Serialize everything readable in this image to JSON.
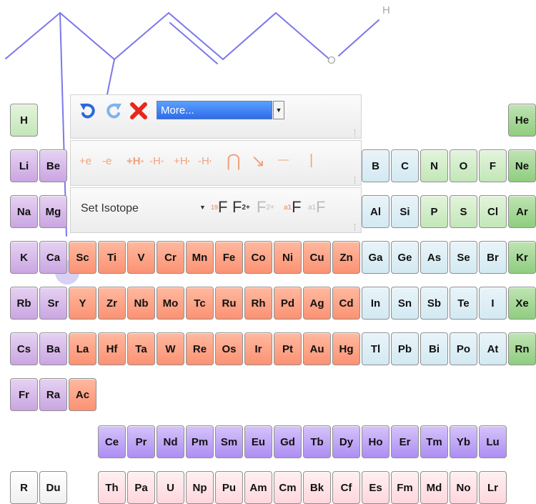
{
  "colors": {
    "bond": "#7b78ea",
    "accent_blue": "#2f6be9",
    "undo_blue": "#2a6ad8",
    "redo_blue": "#7fb2f0",
    "delete_red": "#e8271b",
    "operator_orange": "#f2a27c"
  },
  "molecule": {
    "atoms": [
      "O",
      "H"
    ]
  },
  "toolbar": {
    "undo_icon": "undo-icon",
    "redo_icon": "redo-icon",
    "delete_icon": "delete-x-icon",
    "more_value": "More...",
    "ops": {
      "add_electron": "+e",
      "remove_electron": "-e",
      "add_h_plus": "+H",
      "remove_h_plus": "-H",
      "add_h_radical": "+H",
      "remove_h_radical": "-H",
      "arc": "⋂",
      "wedge": "↘",
      "single": "—",
      "vertical": "|"
    },
    "isotope": {
      "label": "Set Isotope",
      "f19": "F",
      "f19_mass": "19",
      "charge2": "F",
      "charge2_val": "2+",
      "charge2_faded": "F",
      "charge2_faded_val": "2+",
      "a1": "F",
      "a1_sub": "a1",
      "a1_faded": "F",
      "a1_faded_sub": "a1"
    }
  },
  "periodic_table": {
    "row1": [
      "H",
      "He"
    ],
    "row2_left": [
      "Li",
      "Be"
    ],
    "row2_right": [
      "B",
      "C",
      "N",
      "O",
      "F",
      "Ne"
    ],
    "row3_left": [
      "Na",
      "Mg"
    ],
    "row3_right": [
      "Al",
      "Si",
      "P",
      "S",
      "Cl",
      "Ar"
    ],
    "row4": [
      "K",
      "Ca",
      "Sc",
      "Ti",
      "V",
      "Cr",
      "Mn",
      "Fe",
      "Co",
      "Ni",
      "Cu",
      "Zn",
      "Ga",
      "Ge",
      "As",
      "Se",
      "Br",
      "Kr"
    ],
    "row5": [
      "Rb",
      "Sr",
      "Y",
      "Zr",
      "Nb",
      "Mo",
      "Tc",
      "Ru",
      "Rh",
      "Pd",
      "Ag",
      "Cd",
      "In",
      "Sn",
      "Sb",
      "Te",
      "I",
      "Xe"
    ],
    "row6": [
      "Cs",
      "Ba",
      "La",
      "Hf",
      "Ta",
      "W",
      "Re",
      "Os",
      "Ir",
      "Pt",
      "Au",
      "Hg",
      "Tl",
      "Pb",
      "Bi",
      "Po",
      "At",
      "Rn"
    ],
    "row7": [
      "Fr",
      "Ra",
      "Ac"
    ],
    "lanthanides": [
      "Ce",
      "Pr",
      "Nd",
      "Pm",
      "Sm",
      "Eu",
      "Gd",
      "Tb",
      "Dy",
      "Ho",
      "Er",
      "Tm",
      "Yb",
      "Lu"
    ],
    "special": [
      "R",
      "Du"
    ],
    "actinides": [
      "Th",
      "Pa",
      "U",
      "Np",
      "Pu",
      "Am",
      "Cm",
      "Bk",
      "Cf",
      "Es",
      "Fm",
      "Md",
      "No",
      "Lr"
    ]
  }
}
